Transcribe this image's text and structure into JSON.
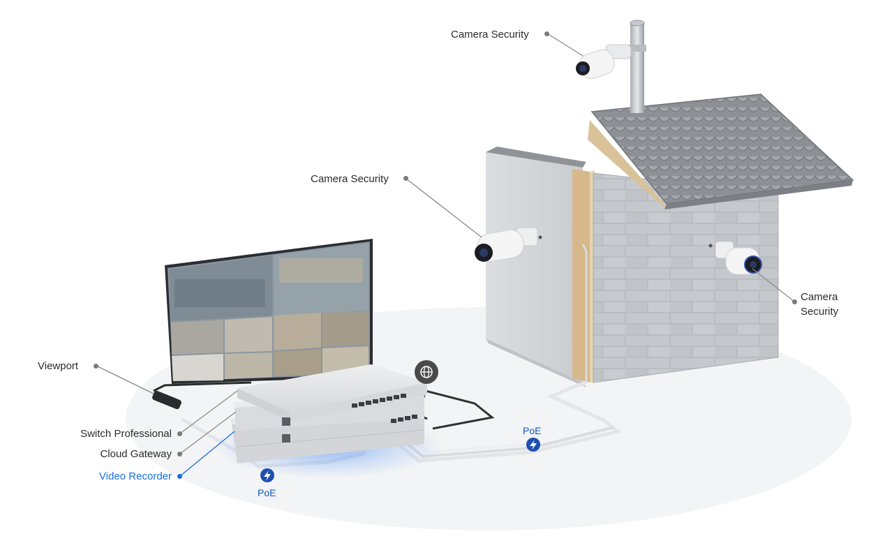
{
  "labels": {
    "camera_top": "Camera Security",
    "camera_left": "Camera Security",
    "camera_right_line1": "Camera",
    "camera_right_line2": "Security",
    "viewport": "Viewport",
    "switch_professional": "Switch Professional",
    "cloud_gateway": "Cloud Gateway",
    "video_recorder": "Video Recorder",
    "poe_right": "PoE",
    "poe_bottom": "PoE"
  },
  "icons": {
    "internet": "globe-icon",
    "poe_right": "lightning-icon",
    "poe_bottom": "lightning-icon"
  },
  "colors": {
    "accent": "#1a6fe0",
    "poe_badge": "#1f4fb0",
    "recorder_glow": "#3b82f6",
    "leader_line": "#7a7a7a",
    "globe_badge": "#4a4a4a"
  }
}
